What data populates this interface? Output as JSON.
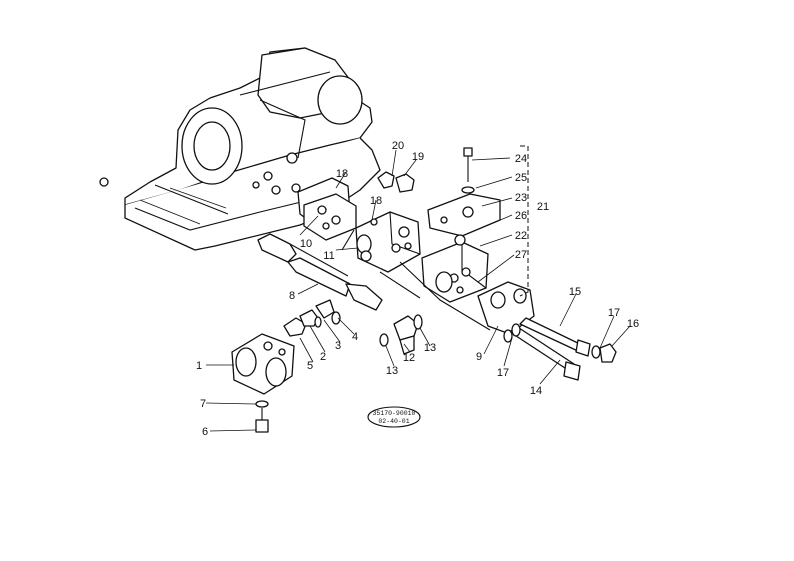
{
  "callouts": [
    "1",
    "2",
    "3",
    "4",
    "5",
    "6",
    "7",
    "8",
    "9",
    "10",
    "11",
    "12",
    "13",
    "13",
    "14",
    "15",
    "16",
    "17",
    "17",
    "18",
    "18",
    "19",
    "20",
    "21",
    "22",
    "23",
    "24",
    "25",
    "26",
    "27"
  ],
  "drawing_code": {
    "line1": "35170-90010",
    "line2": "02-40-01"
  }
}
